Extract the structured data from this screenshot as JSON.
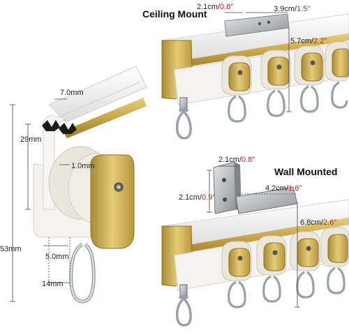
{
  "headings": {
    "ceiling": "Ceiling Mount",
    "wall": "Wall Mounted"
  },
  "left_dims": {
    "width_top": "7.0mm",
    "height_29": "29mm",
    "gap": "1.0mm",
    "height_53": "53mm",
    "offset_5": "5.0mm",
    "width_14": "14mm"
  },
  "ceiling_dims": {
    "d1": {
      "cm": "2.1cm",
      "sep": "/",
      "in": "0.8″"
    },
    "d2": {
      "cm": "3.9cm",
      "sep": "/",
      "in": "1.5″"
    },
    "d3": {
      "cm": "5.7cm",
      "sep": "/",
      "in": "2.2″"
    }
  },
  "wall_dims": {
    "d1": {
      "cm": "2.1cm",
      "sep": "/",
      "in": "0.8″"
    },
    "d2": {
      "cm": "2.1cm",
      "sep": "/",
      "in": "0.9″"
    },
    "d3": {
      "cm": "4.2cm",
      "sep": "/",
      "in": "1.6″"
    },
    "d4": {
      "cm": "6.8cm",
      "sep": "/",
      "in": "2.6″"
    }
  },
  "colors": {
    "gold": "#c9a646",
    "gold_dark": "#9c7d2a",
    "white_part": "#f2f1ed",
    "roller": "#e9e4d9",
    "steel": "#b8bcc0",
    "red": "#d21f1f"
  }
}
